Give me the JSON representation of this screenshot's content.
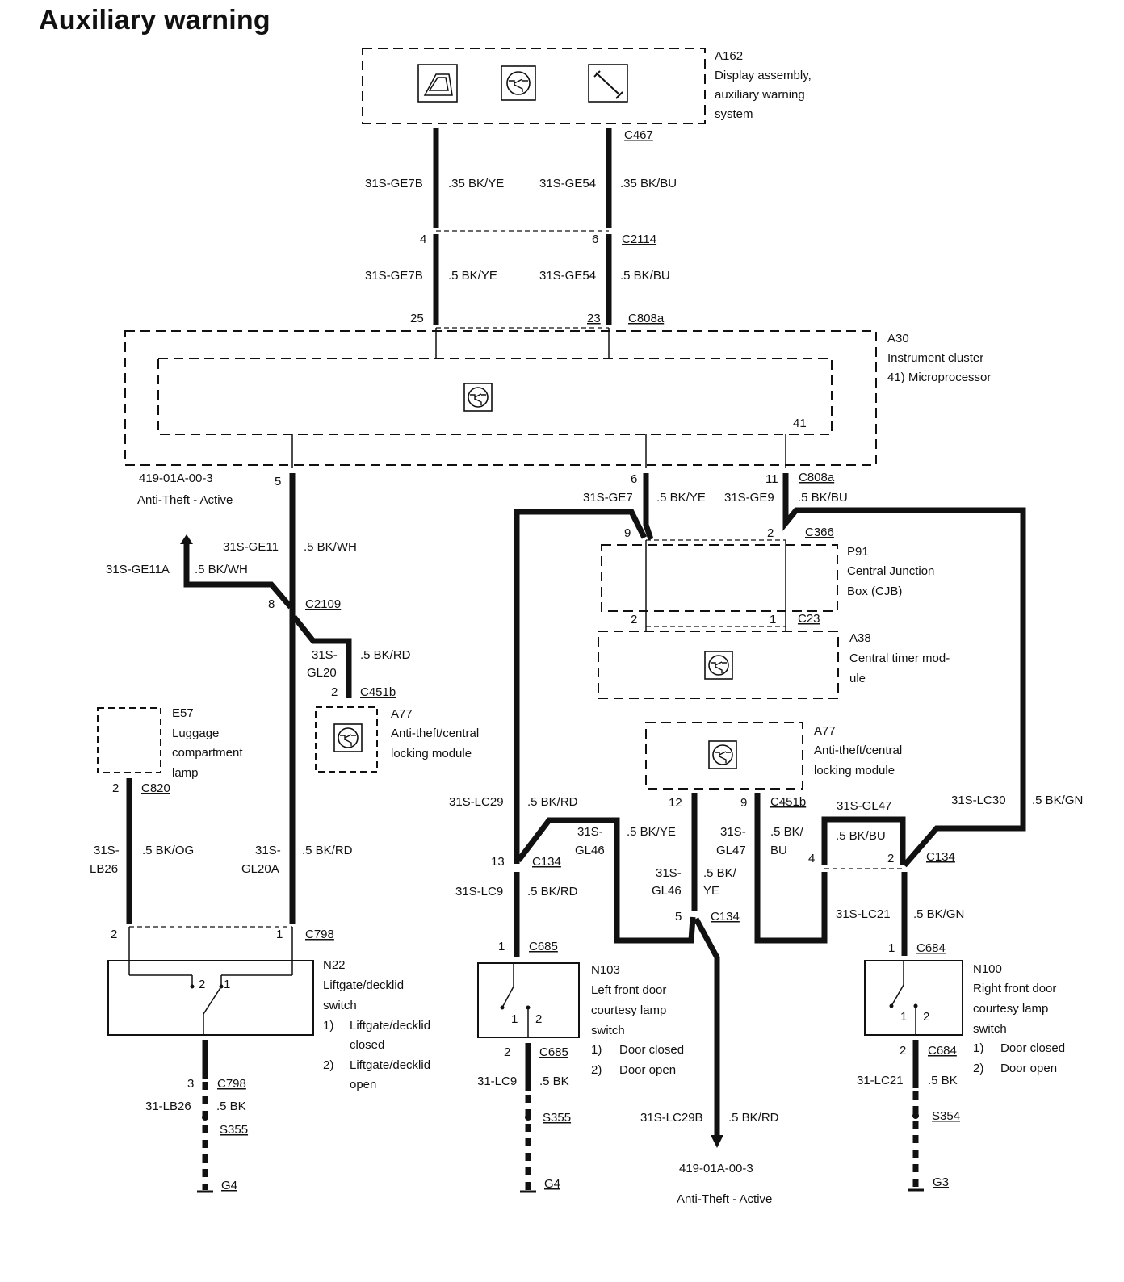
{
  "title": "Auxiliary warning",
  "components": {
    "a162": {
      "id": "A162",
      "desc1": "Display assembly,",
      "desc2": "auxiliary warning",
      "desc3": "system"
    },
    "a30": {
      "id": "A30",
      "desc1": "Instrument cluster",
      "desc2": "41)  Microprocessor"
    },
    "p91": {
      "id": "P91",
      "desc1": "Central Junction",
      "desc2": "Box (CJB)"
    },
    "a38": {
      "id": "A38",
      "desc1": "Central timer mod-",
      "desc2": "ule"
    },
    "a77_left": {
      "id": "A77",
      "desc1": "Anti-theft/central",
      "desc2": "locking module"
    },
    "a77_right": {
      "id": "A77",
      "desc1": "Anti-theft/central",
      "desc2": "locking module"
    },
    "e57": {
      "id": "E57",
      "desc1": "Luggage",
      "desc2": "compartment",
      "desc3": "lamp"
    },
    "n22": {
      "id": "N22",
      "desc1": "Liftgate/decklid",
      "desc2": "switch",
      "opt1_num": "1)",
      "opt1_a": "Liftgate/decklid",
      "opt1_b": "closed",
      "opt2_num": "2)",
      "opt2_a": "Liftgate/decklid",
      "opt2_b": "open"
    },
    "n103": {
      "id": "N103",
      "desc1": "Left front door",
      "desc2": "courtesy lamp",
      "desc3": "switch",
      "opt1_num": "1)",
      "opt1": "Door closed",
      "opt2_num": "2)",
      "opt2": "Door open"
    },
    "n100": {
      "id": "N100",
      "desc1": "Right front door",
      "desc2": "courtesy lamp",
      "desc3": "switch",
      "opt1_num": "1)",
      "opt1": "Door closed",
      "opt2_num": "2)",
      "opt2": "Door open"
    }
  },
  "connectors": {
    "c467": "C467",
    "c2114": "C2114",
    "c808a_top": "C808a",
    "c808a_bot": "C808a",
    "c366": "C366",
    "c23": "C23",
    "c2109": "C2109",
    "c451b_left": "C451b",
    "c451b_right": "C451b",
    "c820": "C820",
    "c798_top": "C798",
    "c798_bot": "C798",
    "c134_left": "C134",
    "c134_mid": "C134",
    "c134_right": "C134",
    "c685_top": "C685",
    "c685_bot": "C685",
    "c684_top": "C684",
    "c684_bot": "C684",
    "s355_left": "S355",
    "s355_mid": "S355",
    "s354": "S354",
    "g4_left": "G4",
    "g4_mid": "G4",
    "g3": "G3"
  },
  "pins": {
    "p4": "4",
    "p6": "6",
    "p25": "25",
    "p23": "23",
    "p41": "41",
    "p5": "5",
    "p6b": "6",
    "p11": "11",
    "p9": "9",
    "p2a": "2",
    "p2b": "2",
    "p1a": "1",
    "p8": "8",
    "p2c": "2",
    "p2d": "2",
    "p12": "12",
    "p9b": "9",
    "p13": "13",
    "p4b": "4",
    "p2e": "2",
    "p5b": "5",
    "p2f": "2",
    "p1b": "1",
    "p1c": "1",
    "p1d": "1",
    "p2g": "2",
    "p2h": "2",
    "p3": "3",
    "sw_n22_2": "2",
    "sw_n22_1": "1",
    "sw_n103_1": "1",
    "sw_n103_2": "2",
    "sw_n100_1": "1",
    "sw_n100_2": "2"
  },
  "wires": {
    "w1_name": "31S-GE7B",
    "w1_spec": ".35 BK/YE",
    "w2_name": "31S-GE54",
    "w2_spec": ".35 BK/BU",
    "w3_name": "31S-GE7B",
    "w3_spec": ".5 BK/YE",
    "w4_name": "31S-GE54",
    "w4_spec": ".5 BK/BU",
    "w5_name": "31S-GE7",
    "w5_spec": ".5 BK/YE",
    "w6_name": "31S-GE9",
    "w6_spec": ".5 BK/BU",
    "w7_name": "31S-GE11",
    "w7_spec": ".5 BK/WH",
    "w8_name": "31S-GE11A",
    "w8_spec": ".5 BK/WH",
    "w9_name1": "31S-",
    "w9_name2": "GL20",
    "w9_spec": ".5 BK/RD",
    "w10_name1": "31S-",
    "w10_name2": "LB26",
    "w10_spec": ".5 BK/OG",
    "w11_name1": "31S-",
    "w11_name2": "GL20A",
    "w11_spec": ".5 BK/RD",
    "w12_name": "31-LB26",
    "w12_spec": ".5 BK",
    "w13_name": "31S-LC29",
    "w13_spec": ".5 BK/RD",
    "w14_name1": "31S-",
    "w14_name2": "GL46",
    "w14_spec": ".5 BK/YE",
    "w15_name1": "31S-",
    "w15_name2": "GL47",
    "w15_spec1": ".5 BK/",
    "w15_spec2": "BU",
    "w16_name": "31S-GL47",
    "w16_spec": ".5 BK/BU",
    "w17_name": "31S-LC30",
    "w17_spec": ".5 BK/GN",
    "w18_name": "31S-LC9",
    "w18_spec": ".5 BK/RD",
    "w19_name1": "31S-",
    "w19_name2": "GL46",
    "w19_spec1": ".5 BK/",
    "w19_spec2": "YE",
    "w20_name": "31S-LC21",
    "w20_spec": ".5 BK/GN",
    "w21_name": "31-LC9",
    "w21_spec": ".5 BK",
    "w22_name": "31-LC21",
    "w22_spec": ".5 BK",
    "w23_name": "31S-LC29B",
    "w23_spec": ".5 BK/RD"
  },
  "references": {
    "ref1_code": "419-01A-00-3",
    "ref1_label": "Anti-Theft - Active",
    "ref2_code": "419-01A-00-3",
    "ref2_label": "Anti-Theft - Active"
  }
}
